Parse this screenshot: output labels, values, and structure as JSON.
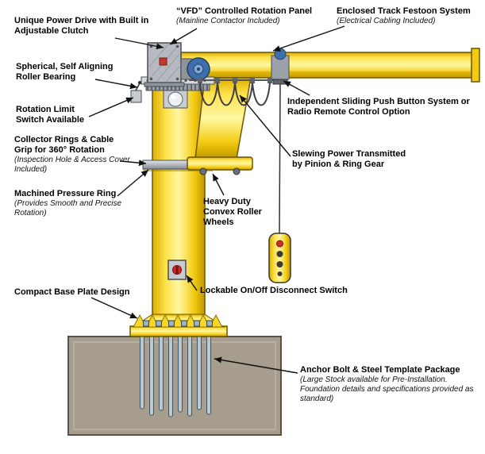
{
  "colors": {
    "crane_yellow": "#f2ca10",
    "foundation_gray": "#a69d8f",
    "motor_blue": "#3d6fae",
    "alert_red": "#cf2b2b"
  },
  "labels": {
    "power_drive": {
      "title": "Unique Power Drive with Built in Adjustable Clutch"
    },
    "vfd_panel": {
      "title": "“VFD” Controlled Rotation Panel",
      "note": "(Mainline Contactor Included)"
    },
    "festoon": {
      "title": "Enclosed Track Festoon System",
      "note": "(Electrical Cabling Included)"
    },
    "roller_bearing": {
      "title": "Spherical, Self Aligning Roller Bearing"
    },
    "rotation_limit": {
      "title": "Rotation Limit Switch Available"
    },
    "collector_rings": {
      "title": "Collector Rings & Cable Grip for 360° Rotation",
      "note": "(Inspection Hole & Access Cover Included)"
    },
    "pressure_ring": {
      "title": "Machined Pressure Ring",
      "note": "(Provides Smooth and Precise Rotation)"
    },
    "base_plate": {
      "title": "Compact Base Plate Design"
    },
    "push_button": {
      "title": "Independent Sliding Push Button System or Radio Remote Control Option"
    },
    "slewing_power": {
      "title": "Slewing Power Transmitted by Pinion & Ring Gear"
    },
    "roller_wheels": {
      "title": "Heavy Duty Convex Roller Wheels"
    },
    "disconnect_switch": {
      "title": "Lockable On/Off Disconnect Switch"
    },
    "anchor_bolt": {
      "title": "Anchor Bolt & Steel Template Package",
      "note": "(Large Stock available for Pre-Installation. Foundation details and specifications provided as standard)"
    }
  }
}
